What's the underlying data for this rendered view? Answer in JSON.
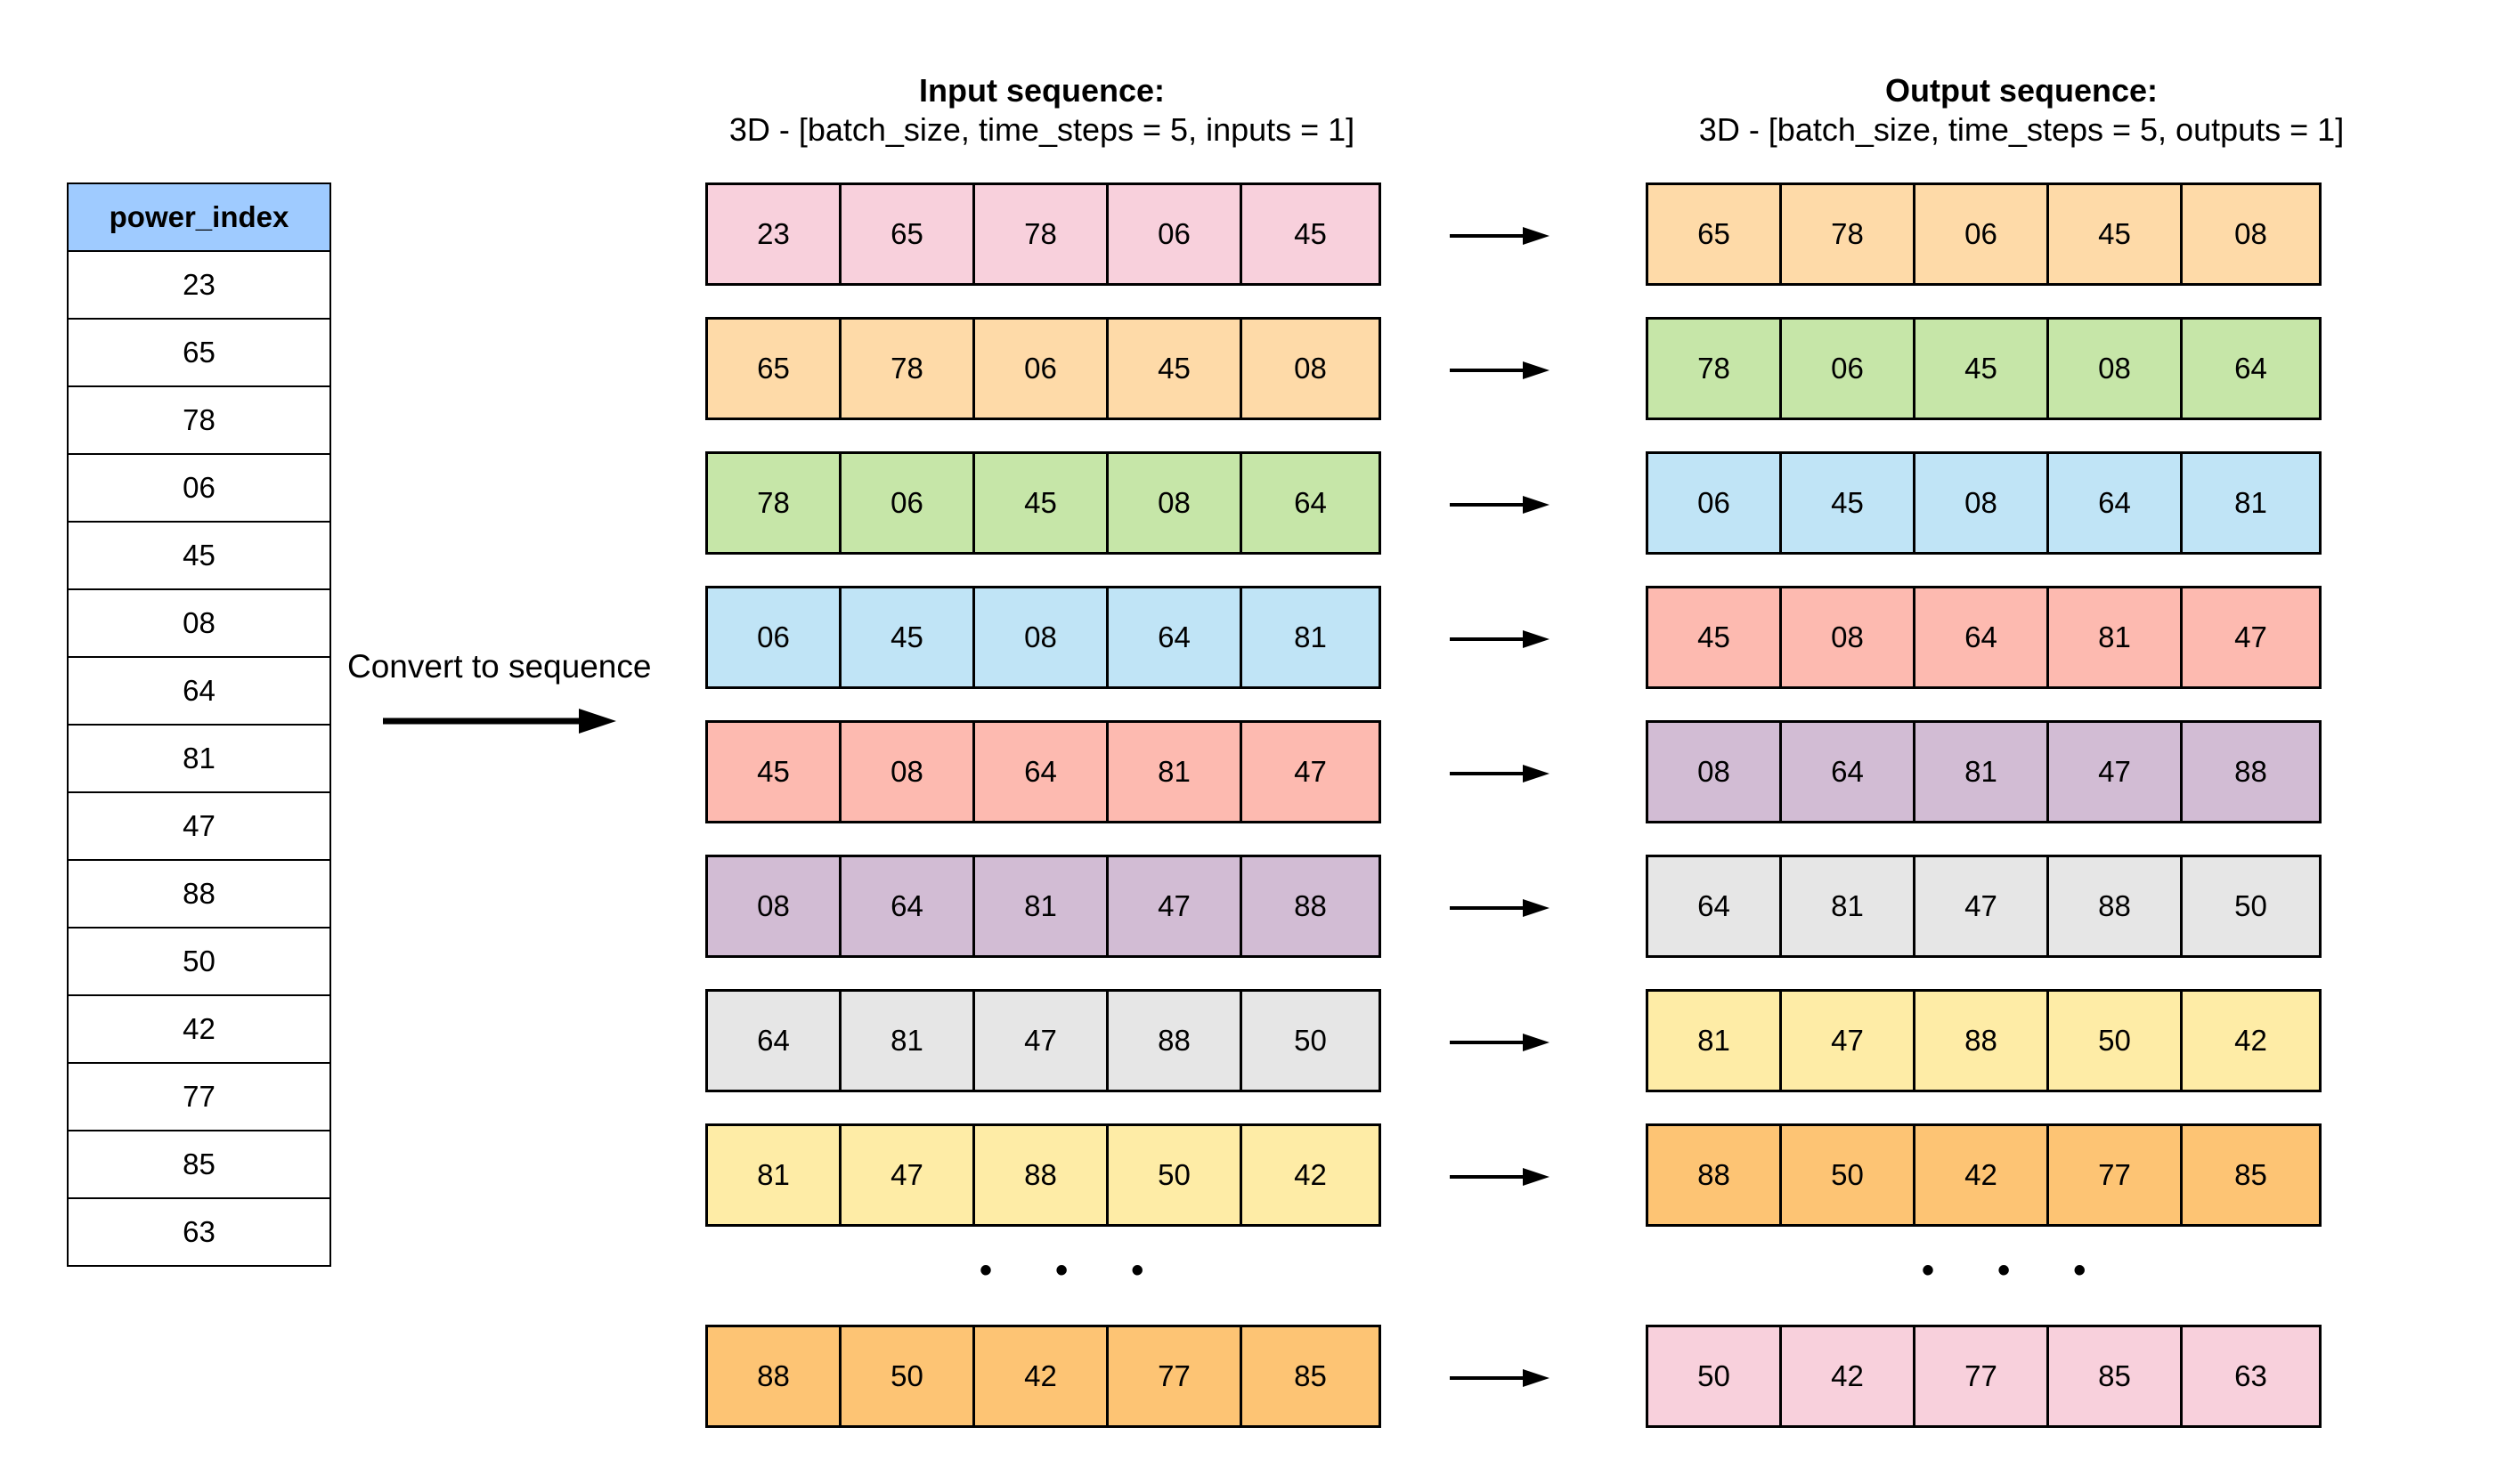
{
  "table": {
    "header": "power_index",
    "values": [
      "23",
      "65",
      "78",
      "06",
      "45",
      "08",
      "64",
      "81",
      "47",
      "88",
      "50",
      "42",
      "77",
      "85",
      "63"
    ]
  },
  "convert_label": "Convert to sequence",
  "input_heading": {
    "title": "Input sequence:",
    "subtitle": "3D - [batch_size, time_steps = 5, inputs = 1]"
  },
  "output_heading": {
    "title": "Output sequence:",
    "subtitle": "3D - [batch_size, time_steps = 5, outputs = 1]"
  },
  "ellipsis": "• • •",
  "colors": {
    "pink": "#f8d0dc",
    "peach": "#fedaa8",
    "green": "#c6e6a8",
    "blue": "#c0e4f6",
    "red": "#fdbab0",
    "purple": "#d2bcd4",
    "gray": "#e6e6e6",
    "yellow": "#feeca6",
    "orange": "#fdc474",
    "header_blue": "#9fcbff"
  },
  "input_rows": [
    {
      "values": [
        "23",
        "65",
        "78",
        "06",
        "45"
      ],
      "color": "pink"
    },
    {
      "values": [
        "65",
        "78",
        "06",
        "45",
        "08"
      ],
      "color": "peach"
    },
    {
      "values": [
        "78",
        "06",
        "45",
        "08",
        "64"
      ],
      "color": "green"
    },
    {
      "values": [
        "06",
        "45",
        "08",
        "64",
        "81"
      ],
      "color": "blue"
    },
    {
      "values": [
        "45",
        "08",
        "64",
        "81",
        "47"
      ],
      "color": "red"
    },
    {
      "values": [
        "08",
        "64",
        "81",
        "47",
        "88"
      ],
      "color": "purple"
    },
    {
      "values": [
        "64",
        "81",
        "47",
        "88",
        "50"
      ],
      "color": "gray"
    },
    {
      "values": [
        "81",
        "47",
        "88",
        "50",
        "42"
      ],
      "color": "yellow"
    },
    {
      "values": [
        "88",
        "50",
        "42",
        "77",
        "85"
      ],
      "color": "orange"
    }
  ],
  "output_rows": [
    {
      "values": [
        "65",
        "78",
        "06",
        "45",
        "08"
      ],
      "color": "peach"
    },
    {
      "values": [
        "78",
        "06",
        "45",
        "08",
        "64"
      ],
      "color": "green"
    },
    {
      "values": [
        "06",
        "45",
        "08",
        "64",
        "81"
      ],
      "color": "blue"
    },
    {
      "values": [
        "45",
        "08",
        "64",
        "81",
        "47"
      ],
      "color": "red"
    },
    {
      "values": [
        "08",
        "64",
        "81",
        "47",
        "88"
      ],
      "color": "purple"
    },
    {
      "values": [
        "64",
        "81",
        "47",
        "88",
        "50"
      ],
      "color": "gray"
    },
    {
      "values": [
        "81",
        "47",
        "88",
        "50",
        "42"
      ],
      "color": "yellow"
    },
    {
      "values": [
        "88",
        "50",
        "42",
        "77",
        "85"
      ],
      "color": "orange"
    },
    {
      "values": [
        "50",
        "42",
        "77",
        "85",
        "63"
      ],
      "color": "pink"
    }
  ]
}
